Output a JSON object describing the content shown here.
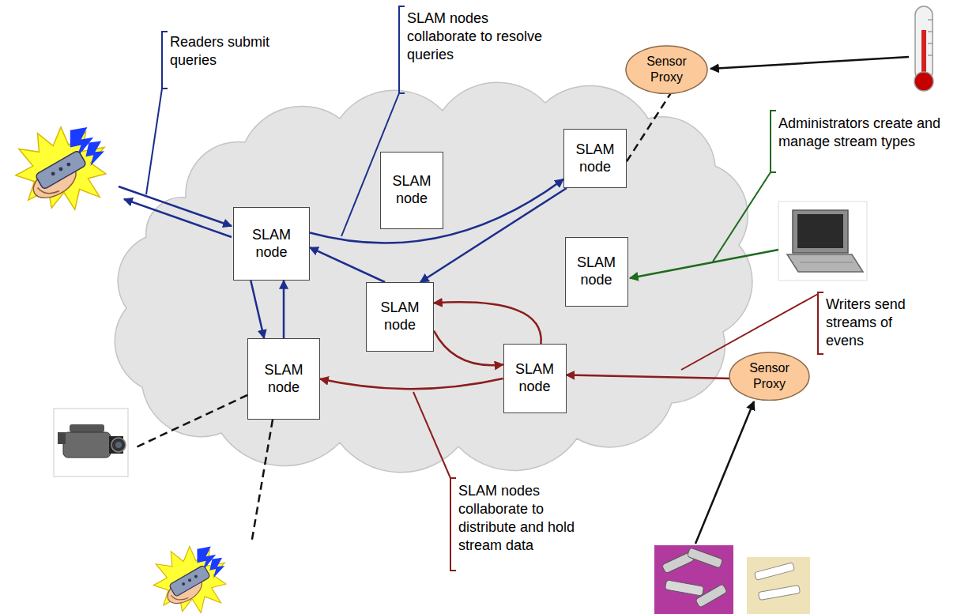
{
  "diagram": {
    "nodes": [
      {
        "text": [
          "Sensor Proxy"
        ]
      },
      {
        "text": [
          "SLAM node"
        ]
      },
      {
        "text": [
          "SLAM node"
        ]
      },
      {
        "text": [
          "SLAM node"
        ]
      },
      {
        "text": [
          "SLAM node"
        ]
      },
      {
        "text": [
          "SLAM node"
        ]
      },
      {
        "text": [
          "SLAM node"
        ]
      },
      {
        "text": [
          "SLAM node"
        ]
      },
      {
        "text": [
          "Sensor Proxy"
        ]
      }
    ],
    "edges": [
      {
        "from": 3,
        "to": 1,
        "arrow": "to"
      },
      {
        "from": 1,
        "to": 5,
        "arrow": "to"
      },
      {
        "from": 5,
        "to": 3,
        "arrow": "to"
      },
      {
        "from": 3,
        "to": 6,
        "arrow": "to"
      },
      {
        "from": 6,
        "to": 3,
        "arrow": "to"
      },
      {
        "from": 7,
        "to": 5,
        "arrow": "to"
      },
      {
        "from": 5,
        "to": 7,
        "arrow": "to"
      },
      {
        "from": 7,
        "to": 6,
        "arrow": "to"
      },
      {
        "from": 8,
        "to": 7,
        "arrow": "to"
      },
      {
        "from": 1,
        "to": 0,
        "arrow": "none"
      }
    ],
    "labels": [
      "Readers submit queries",
      "SLAM nodes collaborate to resolve queries",
      "Administrators create and manage stream types",
      "Writers send streams of evens",
      "SLAM nodes collaborate to distribute and hold stream data"
    ]
  }
}
